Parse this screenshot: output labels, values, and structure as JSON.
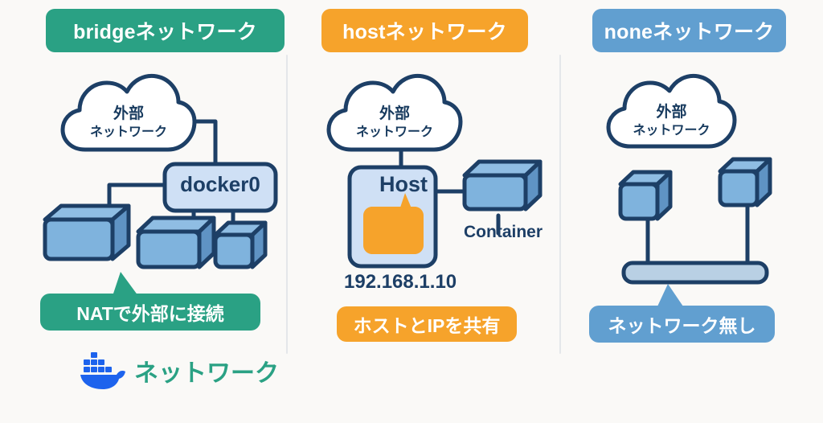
{
  "diagram": {
    "title_visible": false,
    "background": "#faf9f7",
    "panels": [
      {
        "id": "bridge",
        "badge_label": "bridgeネットワーク",
        "badge_color": "#2aa184",
        "cloud": {
          "line1": "外部",
          "line2": "ネットワーク"
        },
        "bridge_box_label": "docker0",
        "container_count": 3,
        "callout_label": "NATで外部に接続",
        "callout_color": "#2aa184"
      },
      {
        "id": "host",
        "badge_label": "hostネットワーク",
        "badge_color": "#f6a32b",
        "cloud": {
          "line1": "外部",
          "line2": "ネットワーク"
        },
        "host_box_label": "Host",
        "container_label": "Container",
        "ip_address": "192.168.1.10",
        "callout_label": "ホストとIPを共有",
        "callout_color": "#f6a32b"
      },
      {
        "id": "none",
        "badge_label": "noneネットワーク",
        "badge_color": "#619fd0",
        "cloud": {
          "line1": "外部",
          "line2": "ネットワーク"
        },
        "container_count": 2,
        "callout_label": "ネットワーク無し",
        "callout_color": "#619fd0"
      }
    ],
    "footer": {
      "logo_name": "docker-whale-logo",
      "logo_color": "#1d63ed",
      "text": "ネットワーク",
      "text_color": "#2aa184"
    },
    "palette": {
      "outline": "#1d3f66",
      "cube_front": "#7fb3dd",
      "cube_top": "#8fbde3",
      "cube_side": "#5f93c4",
      "box_fill": "#cfe0f5",
      "bar_fill": "#b9d0e4",
      "accent_orange": "#f6a32b"
    }
  }
}
